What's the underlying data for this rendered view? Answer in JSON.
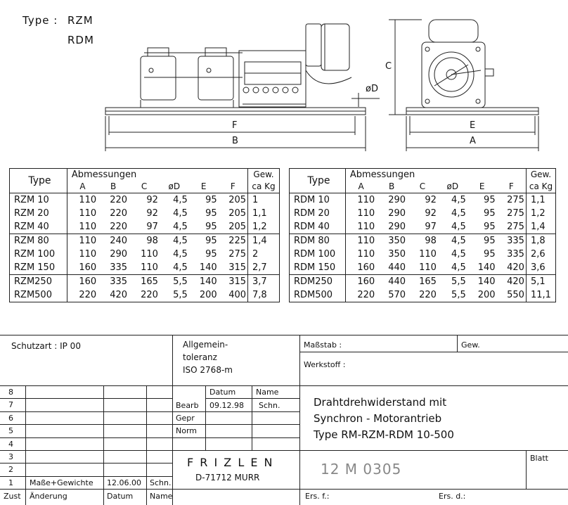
{
  "type_label": {
    "prefix": "Type :",
    "line1": "RZM",
    "line2": "RDM"
  },
  "dimension_labels": {
    "C": "C",
    "D": "øD",
    "F": "F",
    "B": "B",
    "E": "E",
    "A": "A"
  },
  "table_headers": {
    "type": "Type",
    "abmessungen": "Abmessungen",
    "gew1": "Gew.",
    "gew2": "ca Kg",
    "cols": [
      "A",
      "B",
      "C",
      "øD",
      "E",
      "F"
    ]
  },
  "rzm_rows": [
    [
      "RZM  10",
      "110",
      "220",
      "92",
      "4,5",
      "95",
      "205",
      "1"
    ],
    [
      "RZM  20",
      "110",
      "220",
      "92",
      "4,5",
      "95",
      "205",
      "1,1"
    ],
    [
      "RZM  40",
      "110",
      "220",
      "97",
      "4,5",
      "95",
      "205",
      "1,2"
    ],
    [
      "RZM  80",
      "110",
      "240",
      "98",
      "4,5",
      "95",
      "225",
      "1,4"
    ],
    [
      "RZM 100",
      "110",
      "290",
      "110",
      "4,5",
      "95",
      "275",
      "2"
    ],
    [
      "RZM 150",
      "160",
      "335",
      "110",
      "4,5",
      "140",
      "315",
      "2,7"
    ],
    [
      "RZM250",
      "160",
      "335",
      "165",
      "5,5",
      "140",
      "315",
      "3,7"
    ],
    [
      "RZM500",
      "220",
      "420",
      "220",
      "5,5",
      "200",
      "400",
      "7,8"
    ]
  ],
  "rdm_rows": [
    [
      "RDM  10",
      "110",
      "290",
      "92",
      "4,5",
      "95",
      "275",
      "1,1"
    ],
    [
      "RDM  20",
      "110",
      "290",
      "92",
      "4,5",
      "95",
      "275",
      "1,2"
    ],
    [
      "RDM  40",
      "110",
      "290",
      "97",
      "4,5",
      "95",
      "275",
      "1,4"
    ],
    [
      "RDM  80",
      "110",
      "350",
      "98",
      "4,5",
      "95",
      "335",
      "1,8"
    ],
    [
      "RDM 100",
      "110",
      "350",
      "110",
      "4,5",
      "95",
      "335",
      "2,6"
    ],
    [
      "RDM 150",
      "160",
      "440",
      "110",
      "4,5",
      "140",
      "420",
      "3,6"
    ],
    [
      "RDM250",
      "160",
      "440",
      "165",
      "5,5",
      "140",
      "420",
      "5,1"
    ],
    [
      "RDM500",
      "220",
      "570",
      "220",
      "5,5",
      "200",
      "550",
      "11,1"
    ]
  ],
  "title_block": {
    "schutzart": "Schutzart :  IP 00",
    "tol1": "Allgemein-",
    "tol2": "toleranz",
    "tol3": "ISO 2768-m",
    "massstab": "Maßstab  :",
    "gew": "Gew.",
    "werkstoff": "Werkstoff :",
    "datum": "Datum",
    "name": "Name",
    "bearb": "Bearb",
    "bearb_date": "09.12.98",
    "bearb_name": "Schn.",
    "gepr": "Gepr",
    "norm": "Norm",
    "title1": "Drahtdrehwiderstand mit",
    "title2": "Synchron - Motorantrieb",
    "title3": "Type  RM-RZM-RDM 10-500",
    "company": "F R I Z L E N",
    "address": "D-71712 MURR",
    "drawing_no": "12 M 0305",
    "blatt": "Blatt",
    "ers_f": "Ers. f.:",
    "ers_d": "Ers. d.:",
    "rev_numbers": [
      "8",
      "7",
      "6",
      "5",
      "4",
      "3",
      "2",
      "1"
    ],
    "rev1_change": "Maße+Gewichte",
    "rev1_date": "12.06.00",
    "rev1_name": "Schn.",
    "footer_zust": "Zust",
    "footer_aenderung": "Änderung",
    "footer_datum": "Datum",
    "footer_name": "Name"
  }
}
